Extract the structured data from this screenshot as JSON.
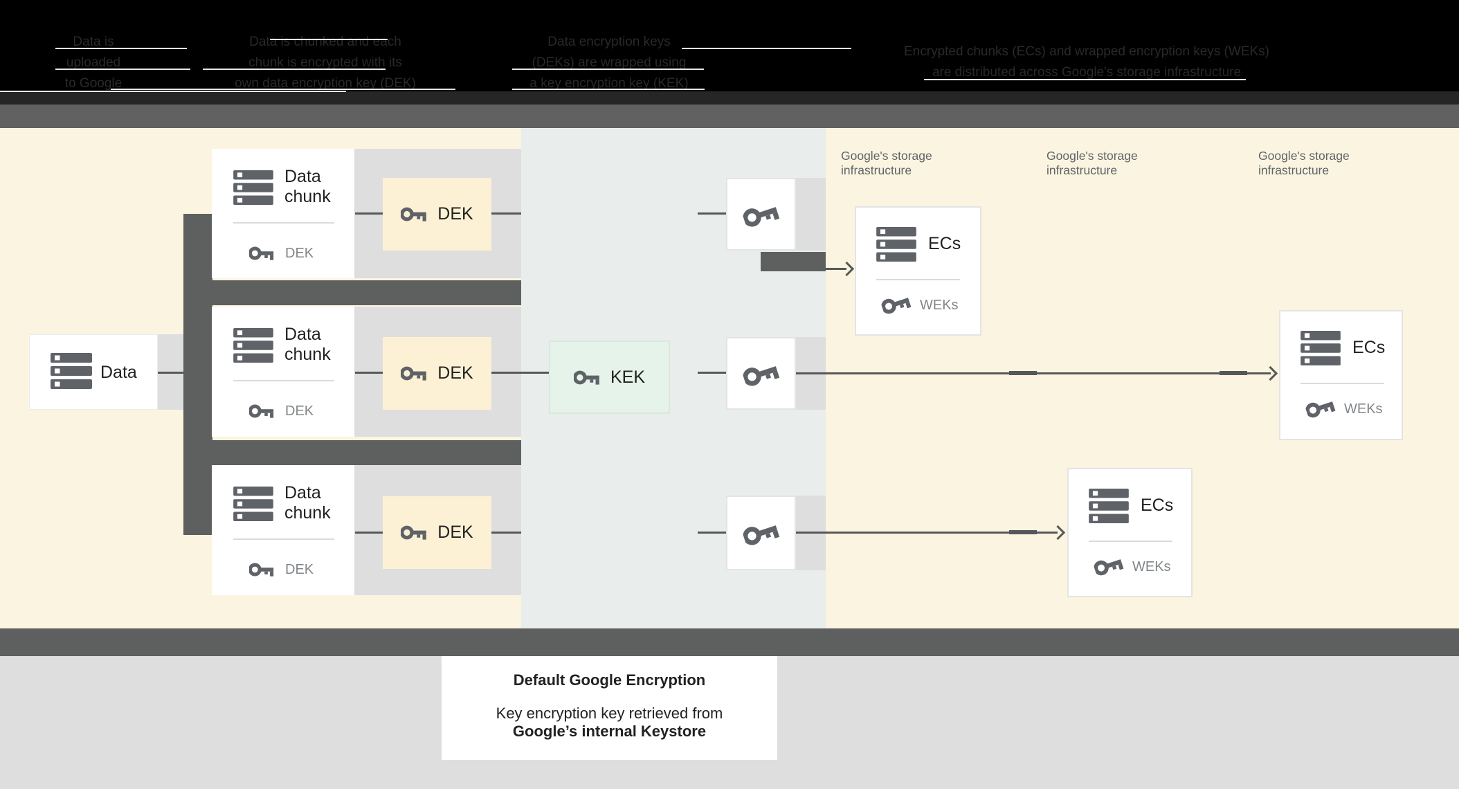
{
  "header": {
    "steps": [
      {
        "lines": [
          "Data is",
          "uploaded",
          "to Google"
        ]
      },
      {
        "lines": [
          "Data is chunked and each",
          "chunk is encrypted with its",
          "own data encryption key (DEK)"
        ]
      },
      {
        "lines": [
          "Data encryption keys",
          "(DEKs) are wrapped using",
          "a key encryption key (KEK)"
        ]
      },
      {
        "lines": [
          "Encrypted chunks (ECs) and wrapped encryption keys (WEKs)",
          "are distributed across Google's storage infrastructure"
        ]
      }
    ]
  },
  "diagram": {
    "data_box": {
      "label": "Data"
    },
    "chunks": [
      {
        "title_line1": "Data",
        "title_line2": "chunk",
        "key_label": "DEK"
      },
      {
        "title_line1": "Data",
        "title_line2": "chunk",
        "key_label": "DEK"
      },
      {
        "title_line1": "Data",
        "title_line2": "chunk",
        "key_label": "DEK"
      }
    ],
    "dek_boxes": [
      {
        "label": "DEK"
      },
      {
        "label": "DEK"
      },
      {
        "label": "DEK"
      }
    ],
    "kek_box": {
      "label": "KEK"
    },
    "storage_labels": [
      {
        "line1": "Google's storage",
        "line2": "infrastructure"
      },
      {
        "line1": "Google's storage",
        "line2": "infrastructure"
      },
      {
        "line1": "Google's storage",
        "line2": "infrastructure"
      }
    ],
    "ec_boxes": [
      {
        "title": "ECs",
        "key_label": "WEKs"
      },
      {
        "title": "ECs",
        "key_label": "WEKs"
      },
      {
        "title": "ECs",
        "key_label": "WEKs"
      }
    ]
  },
  "caption": {
    "title": "Default Google Encryption",
    "line1": "Key encryption key retrieved from",
    "line2": "Google’s internal Keystore"
  },
  "colors": {
    "header_bg": "#000000",
    "header_text": "#292929",
    "header_strip": "#262626",
    "top_bar": "#616161",
    "yellow": "#FBF4E0",
    "dek_bg": "#FCF1D4",
    "band": "#DEDEDE",
    "zone": "#E9EDEB",
    "dark": "#5E6060",
    "line": "#55585A",
    "kek_bg": "#E5F3EA",
    "kek_border": "#D8E8DD",
    "box_border": "#E4E4E4",
    "divider": "#DBDBDB",
    "text_dark": "#212121",
    "text_gray": "#828689",
    "storage_label": "#5F6368",
    "icon": "#5F6368",
    "bottom_bar": "#5E6060",
    "bottom_bg": "#DEDEDE",
    "white": "#FFFFFF"
  }
}
